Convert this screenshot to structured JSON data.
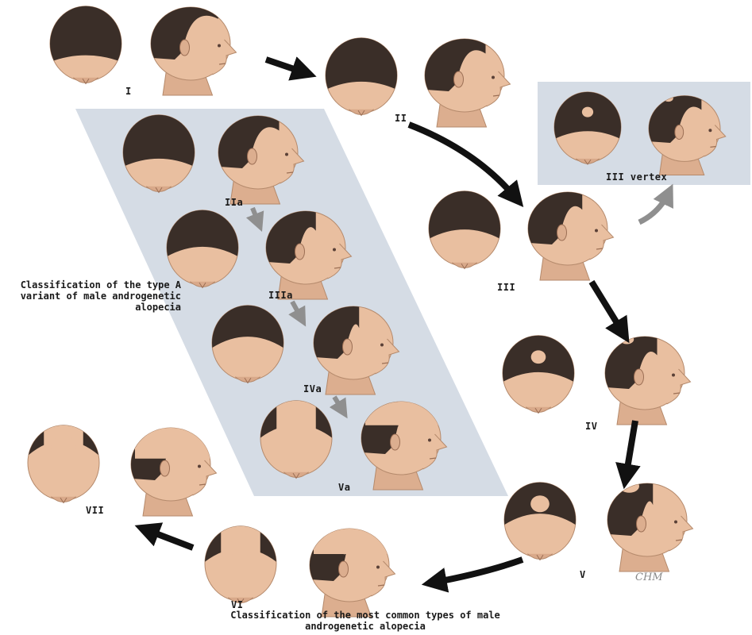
{
  "stages": {
    "s1": "I",
    "s2": "II",
    "s3": "III",
    "s3v": "III vertex",
    "s4": "IV",
    "s5": "V",
    "s6": "VI",
    "s7": "VII",
    "s2a": "IIa",
    "s3a": "IIIa",
    "s4a": "IVa",
    "s5a": "Va"
  },
  "captions": {
    "type_a": "Classification of the type A variant of male androgenetic alopecia",
    "common": "Classification of the most common types of male androgenetic alopecia"
  },
  "colors": {
    "panel": "#d5dce5",
    "skin": "#e9bfa0",
    "hair": "#3a2e28",
    "arrow_main": "#111111",
    "arrow_variant": "#8f8f8f"
  }
}
